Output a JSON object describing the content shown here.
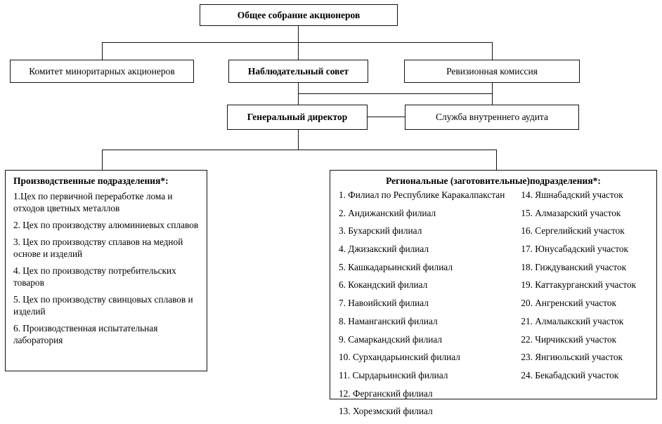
{
  "diagram": {
    "title_text": "Общее собрание акционеров",
    "nodes": {
      "shareholders_meeting": "Общее собрание акционеров",
      "minority_committee": "Комитет миноритарных акционеров",
      "supervisory_board": "Наблюдательный совет",
      "audit_commission": "Ревизионная комиссия",
      "general_director": "Генеральный директор",
      "internal_audit_service": "Служба внутреннего аудита"
    },
    "production_panel": {
      "title": "Производственные подразделения*:",
      "items": [
        "1.Цех по первичной переработке лома и отходов цветных металлов",
        "2. Цех по производству алюминиевых сплавов",
        "3. Цех по производству сплавов на медной основе и изделий",
        "4. Цех по производству потребительских товаров",
        "5. Цех по производству свинцовых сплавов и изделий",
        "6. Производственная испытательная лаборатория"
      ]
    },
    "regional_panel": {
      "title": "Региональные (заготовительные)подразделения*:",
      "column_left": [
        "1. Филиал по Республике Каракалпакстан",
        "2. Андижанский филиал",
        "3. Бухарский филиал",
        "4. Джизакский филиал",
        "5. Кашкадарьинский филиал",
        "6. Кокандский филиал",
        "7. Навоийский филиал",
        "8. Наманганский филиал",
        "9. Самаркандский филиал",
        "10. Сурхандарьинский филиал",
        "11. Сырдарьинский филиал",
        "12. Ферганский филиал",
        "13. Хорезмский филиал"
      ],
      "column_right": [
        "14. Яшнабадский участок",
        "15. Алмазарский участок",
        "16. Сергелийский участок",
        "17. Юнусабадский участок",
        "18. Гиждуванский участок",
        "19. Каттакурганский участок",
        "20. Ангренский участок",
        "21. Алмалыкский участок",
        "22. Чирчикский участок",
        "23. Янгиюльский участок",
        "24. Бекабадский участок"
      ]
    },
    "colors": {
      "line": "#111111",
      "background": "#ffffff",
      "text": "#000000"
    }
  }
}
